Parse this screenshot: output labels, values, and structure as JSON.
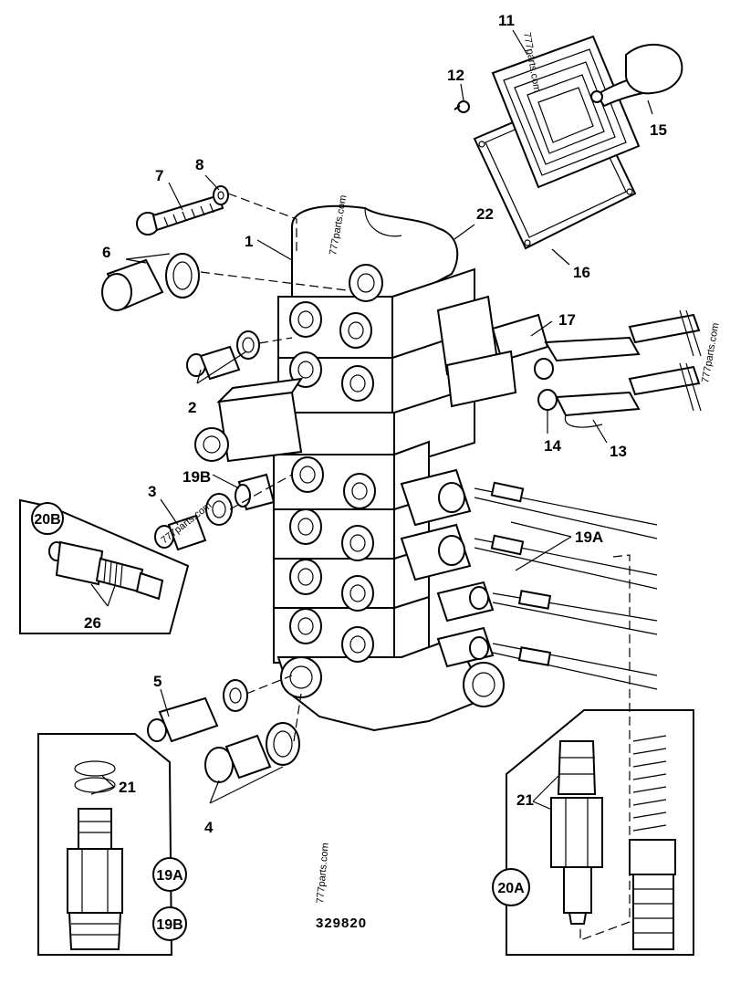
{
  "callouts": [
    {
      "id": "1",
      "text": "1"
    },
    {
      "id": "2",
      "text": "2"
    },
    {
      "id": "3",
      "text": "3"
    },
    {
      "id": "4",
      "text": "4"
    },
    {
      "id": "5",
      "text": "5"
    },
    {
      "id": "6",
      "text": "6"
    },
    {
      "id": "7",
      "text": "7"
    },
    {
      "id": "8",
      "text": "8"
    },
    {
      "id": "11",
      "text": "11"
    },
    {
      "id": "12",
      "text": "12"
    },
    {
      "id": "13",
      "text": "13"
    },
    {
      "id": "14",
      "text": "14"
    },
    {
      "id": "15",
      "text": "15"
    },
    {
      "id": "16",
      "text": "16"
    },
    {
      "id": "17",
      "text": "17"
    },
    {
      "id": "19A",
      "text": "19A"
    },
    {
      "id": "19B",
      "text": "19B"
    },
    {
      "id": "21a",
      "text": "21"
    },
    {
      "id": "21b",
      "text": "21"
    },
    {
      "id": "22",
      "text": "22"
    },
    {
      "id": "26",
      "text": "26"
    }
  ],
  "circled": {
    "c20B": "20B",
    "c19A": "19A",
    "c19B": "19B",
    "c20A": "20A"
  },
  "watermark": "777parts.com",
  "document_number": "329820"
}
